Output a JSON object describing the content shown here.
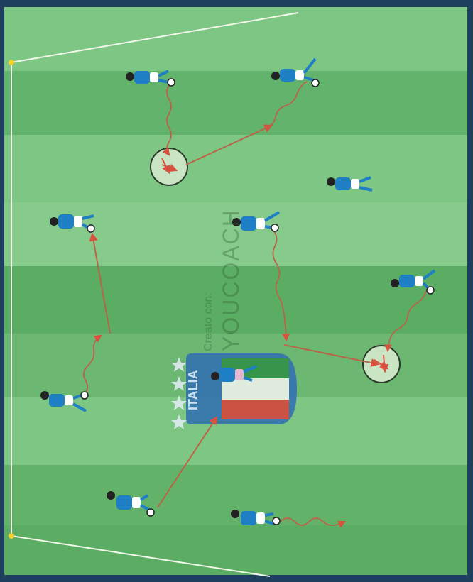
{
  "watermark": {
    "line1": "Creato con:",
    "line2": "YOUCOACH"
  },
  "badge": {
    "text": "ITALIA",
    "stars": 4
  },
  "colors": {
    "pitch_light": "#79c07f",
    "pitch_dark": "#55aa5f",
    "frame": "#1f3f5e",
    "arrow": "#d9503e",
    "player_shirt": "#1f7fc4",
    "player_shorts": "#ffffff"
  },
  "players": [
    {
      "name": "player-top-left"
    },
    {
      "name": "player-top-right"
    },
    {
      "name": "player-center-right"
    },
    {
      "name": "player-center"
    },
    {
      "name": "player-left-upper"
    },
    {
      "name": "player-left-lower"
    },
    {
      "name": "player-right-mid"
    },
    {
      "name": "player-center-badge"
    },
    {
      "name": "player-bottom-left"
    },
    {
      "name": "player-bottom-center"
    }
  ],
  "pass_zones": [
    {
      "name": "pass-zone-top"
    },
    {
      "name": "pass-zone-bottom"
    }
  ]
}
